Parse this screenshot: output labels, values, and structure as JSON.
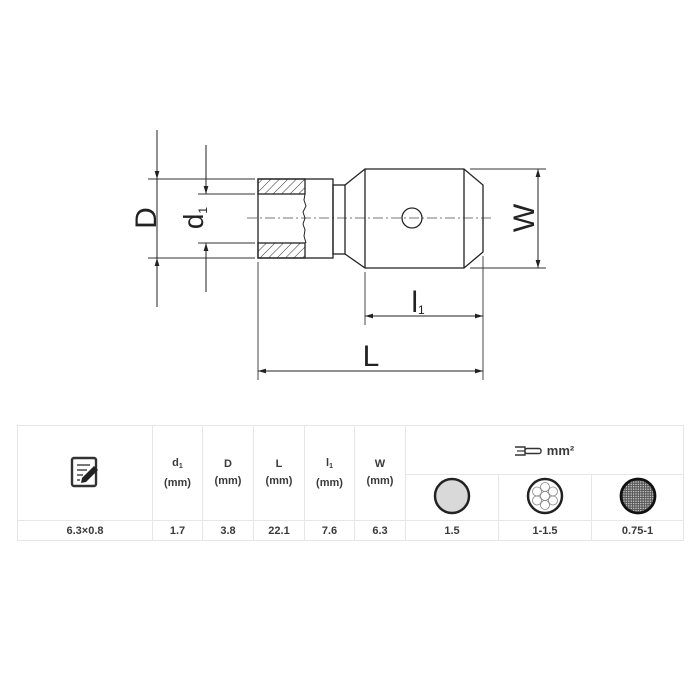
{
  "drawing": {
    "labels": {
      "D": "D",
      "d1_main": "d",
      "d1_sub": "1",
      "W": "W",
      "l1_main": "l",
      "l1_sub": "1",
      "L": "L"
    },
    "colors": {
      "line": "#222222",
      "centerline": "#777777"
    }
  },
  "table": {
    "icon": "edit-document-icon",
    "columns": [
      {
        "main": "d",
        "sub": "1",
        "unit": "(mm)"
      },
      {
        "main": "D",
        "sub": "",
        "unit": "(mm)"
      },
      {
        "main": "L",
        "sub": "",
        "unit": "(mm)"
      },
      {
        "main": "l",
        "sub": "1",
        "unit": "(mm)"
      },
      {
        "main": "W",
        "sub": "",
        "unit": "(mm)"
      }
    ],
    "wire_header": {
      "icon": "wire-terminal-icon",
      "label": "mm²"
    },
    "wire_types": [
      {
        "icon": "solid-conductor-icon",
        "value": "1.5"
      },
      {
        "icon": "stranded-conductor-icon",
        "value": "1-1.5"
      },
      {
        "icon": "fine-stranded-conductor-icon",
        "value": "0.75-1"
      }
    ],
    "row": {
      "size": "6.3×0.8",
      "d1": "1.7",
      "D": "3.8",
      "L": "22.1",
      "l1": "7.6",
      "W": "6.3"
    }
  }
}
